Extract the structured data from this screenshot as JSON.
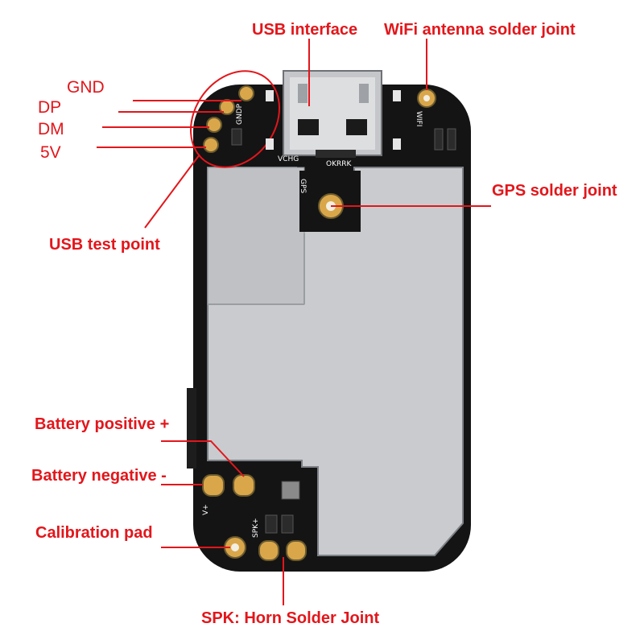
{
  "colors": {
    "label": "#e3161b",
    "line": "#e3161b",
    "board": "#141414",
    "shield": "#c9cbce",
    "shield_edge": "#7d8186",
    "pad": "#d9a74a"
  },
  "labels": {
    "usb_interface": "USB interface",
    "wifi_antenna": "WiFi antenna solder joint",
    "gnd": "GND",
    "dp": "DP",
    "dm": "DM",
    "v5": "5V",
    "gps": "GPS solder joint",
    "usb_test_point": "USB test point",
    "battery_positive": "Battery positive +",
    "battery_negative": "Battery negative -",
    "calibration_pad": "Calibration pad",
    "spk": "SPK: Horn Solder Joint"
  },
  "silkscreen": {
    "gnd_dp": "GNDP",
    "wifi": "WIFI",
    "gps": "GPS",
    "vchg": "VCHG",
    "okrrk": "OKRRK",
    "vbat": "V+",
    "spk": "SPK+"
  }
}
